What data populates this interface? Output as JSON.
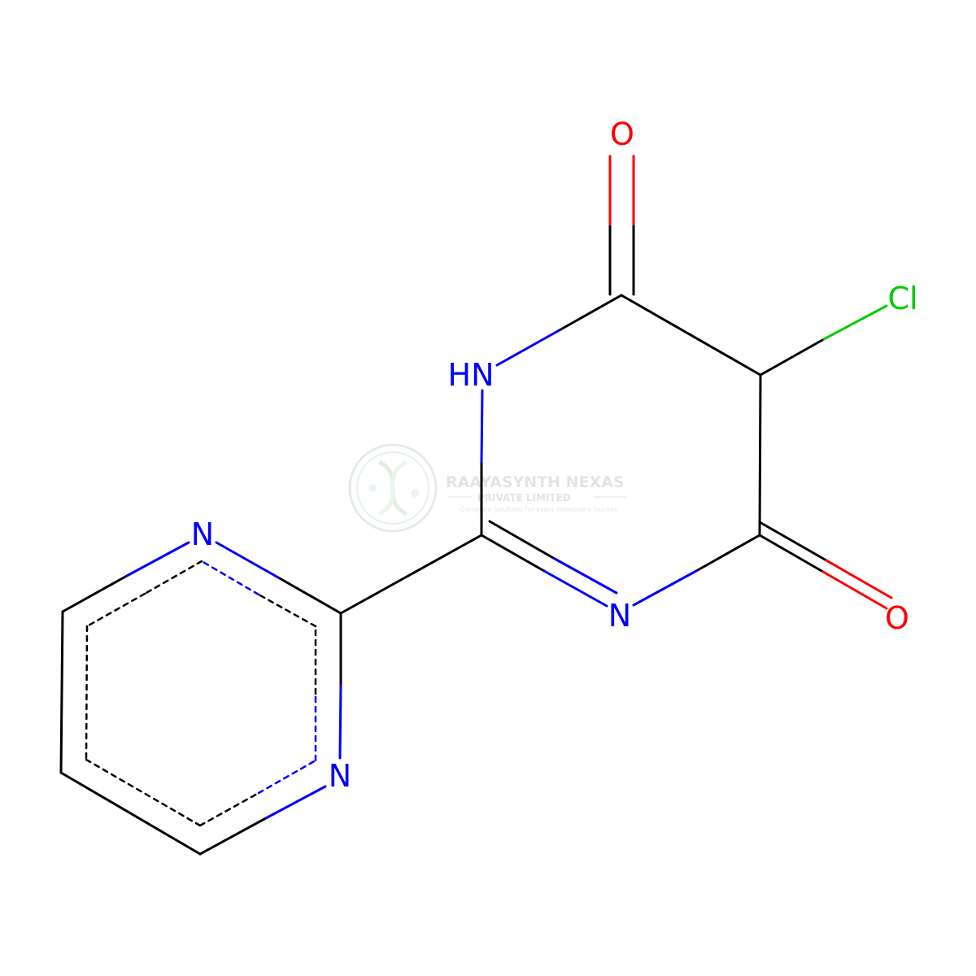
{
  "molecule": {
    "atoms": {
      "o_top": "O",
      "cl": "Cl",
      "nh": "HN",
      "n_ring": "N",
      "o_bottom": "O",
      "n_pyr_top": "N",
      "n_pyr_bottom": "N"
    },
    "colors": {
      "carbon_bond": "#000000",
      "nitrogen": "#0000FF",
      "oxygen": "#FF0000",
      "chlorine": "#00CC00"
    }
  },
  "watermark": {
    "title": "RAAYASYNTH NEXAS",
    "subtitle": "PRIVATE LIMITED",
    "tagline": "Complete solutions for every molecule's journey",
    "logo_icon": "dna-helix-logo"
  }
}
